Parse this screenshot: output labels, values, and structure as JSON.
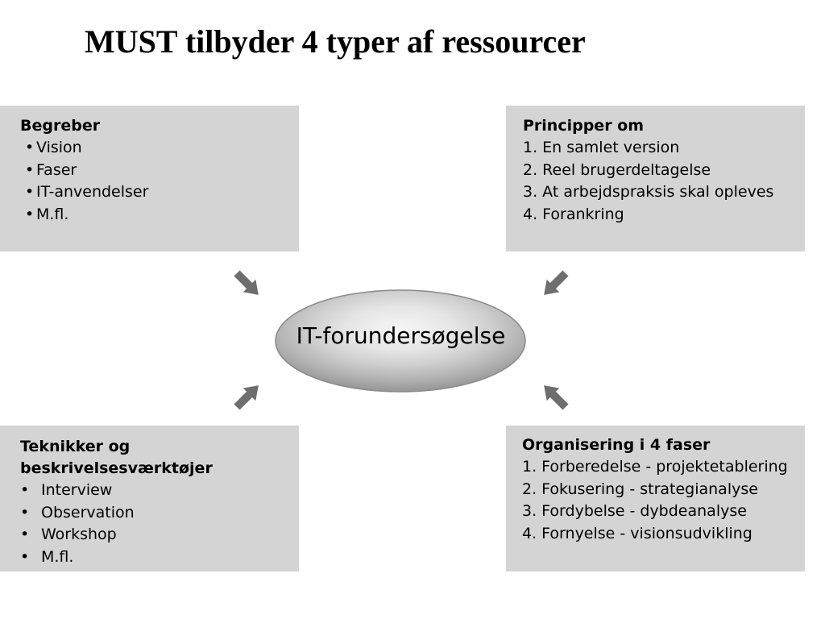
{
  "title": "MUST tilbyder 4 typer af ressourcer",
  "center": {
    "label": "IT-forundersøgelse"
  },
  "boxes": {
    "begreber": {
      "heading": "Begreber",
      "bullet": "•",
      "items": [
        "Vision",
        "Faser",
        "IT-anvendelser",
        "M.fl."
      ]
    },
    "principper": {
      "heading": "Principper om",
      "items": [
        "1. En samlet version",
        "2. Reel brugerdeltagelse",
        "3. At arbejdspraksis skal opleves",
        "4. Forankring"
      ]
    },
    "teknikker": {
      "heading_line1": "Teknikker og",
      "heading_line2": "beskrivelsesværktøjer",
      "bullet": "•",
      "items": [
        "Interview",
        "Observation",
        "Workshop",
        "M.fl."
      ]
    },
    "organisering": {
      "heading": "Organisering i 4 faser",
      "items": [
        "1. Forberedelse - projektetablering",
        "2. Fokusering - strategianalyse",
        "3. Fordybelse - dybdeanalyse",
        "4. Fornyelse - visionsudvikling"
      ]
    }
  },
  "colors": {
    "box_fill": "#d4d4d4",
    "arrow": "#6e6e6e",
    "ellipse_outer": "#8c8c8c",
    "ellipse_inner": "#f4f4f4"
  }
}
